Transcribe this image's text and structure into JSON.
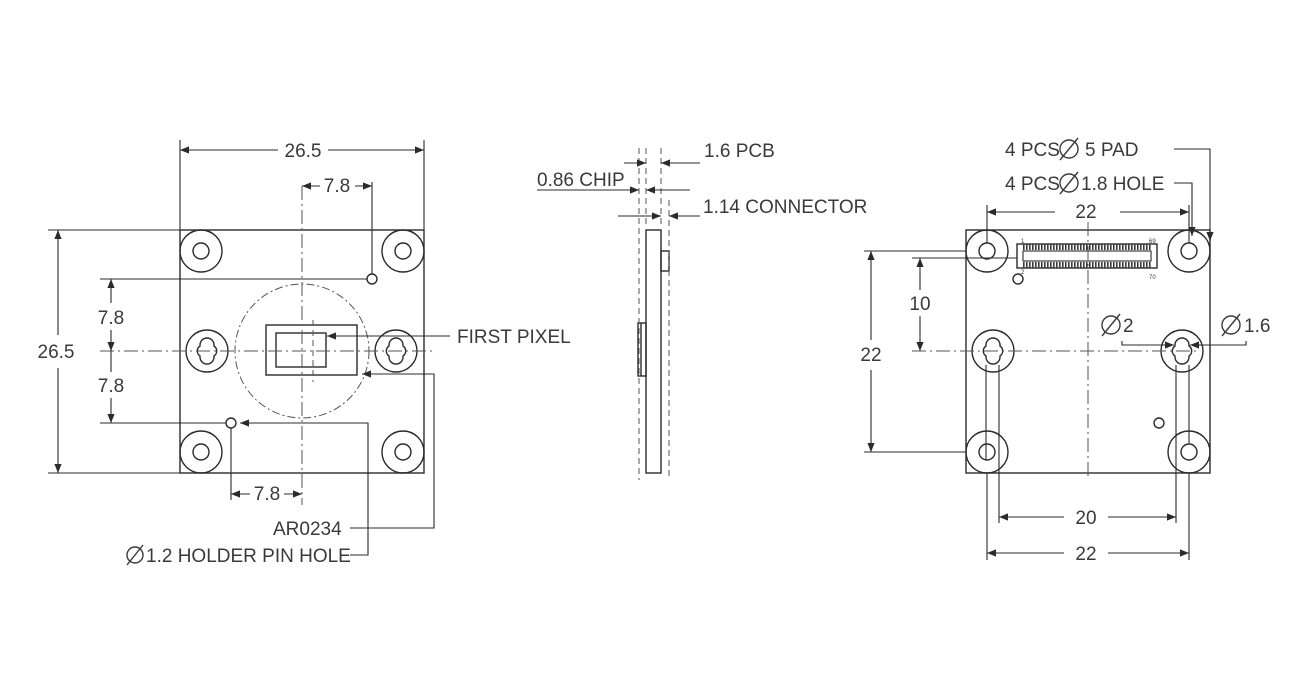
{
  "front_view": {
    "width_dim": "26.5",
    "height_dim": "26.5",
    "top_offset_dim": "7.8",
    "bottom_offset_dim": "7.8",
    "vert_upper_dim": "7.8",
    "vert_lower_dim": "7.8",
    "first_pixel_label": "FIRST PIXEL",
    "sensor_label": "AR0234",
    "pin_hole_label": "1.2 HOLDER PIN HOLE"
  },
  "side_view": {
    "pcb_label": "1.6 PCB",
    "chip_label": "0.86 CHIP",
    "connector_label": "1.14 CONNECTOR"
  },
  "back_view": {
    "pad_label_prefix": "4 PCS",
    "pad_label_suffix": "5 PAD",
    "hole_label_prefix": "4 PCS",
    "hole_label_suffix": "1.8 HOLE",
    "top_width_dim": "22",
    "left_height_dim": "22",
    "inner_height_dim": "10",
    "slot_dia_left": "2",
    "slot_dia_right": "1.6",
    "bottom_inner_dim": "20",
    "bottom_outer_dim": "22",
    "connector_pin_1": "1",
    "connector_pin_2": "2",
    "connector_pin_69": "69",
    "connector_pin_70": "70"
  }
}
